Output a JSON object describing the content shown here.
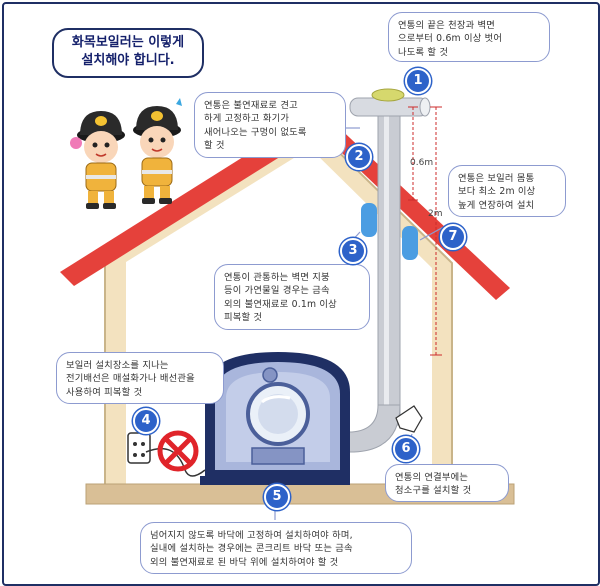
{
  "title": "화목보일러는 이렇게\n설치해야 합니다.",
  "callouts": {
    "c1": "연통의 끝은 천장과 벽면\n으로부터 0.6m 이상 벗어\n나도록 할 것",
    "c2": "연통은 불연재료로 견고\n하게 고정하고 화기가\n새어나오는 구멍이 없도록\n할 것",
    "c3": "연통이 관통하는 벽면 지붕\n등이 가연물일 경우는 금속\n외의 불연재료로 0.1m 이상\n피복할 것",
    "c4": "보일러 설치장소를 지나는\n전기배선은 매설화가나 배선관을\n사용하여 피복할 것",
    "c5": "넘어지지 않도록 바닥에 고정하여 설치하여야 하며,\n실내에 설치하는 경우에는 콘크리트 바닥 또는 금속\n외의 불연재료로 된 바닥 위에 설치하여야 할 것",
    "c6": "연통의 연결부에는\n청소구를 설치할 것",
    "c7": "연통은 보일러 몸통\n보다 최소 2m 이상\n높게 연장하여 설치"
  },
  "badges": [
    "1",
    "2",
    "3",
    "4",
    "5",
    "6",
    "7"
  ],
  "dimensions": {
    "d1": "0.6m",
    "d2": "2m"
  },
  "colors": {
    "roof": "#e5413b",
    "wall": "#f3e2bf",
    "wall_edge": "#c9b489",
    "floor": "#d9bf96",
    "pipe": "#c9ccd3",
    "boiler_body": "#a9b6dc",
    "boiler_dark": "#1f2f64",
    "badge": "#2d62c9",
    "callout_border": "#8d9bd0",
    "dim_line": "#cc2b2b"
  },
  "icons": [
    "firefighter-mascot-icon",
    "firefighter-mascot-icon",
    "electric-outlet-icon",
    "no-sign-icon",
    "chimney-cap-icon"
  ]
}
